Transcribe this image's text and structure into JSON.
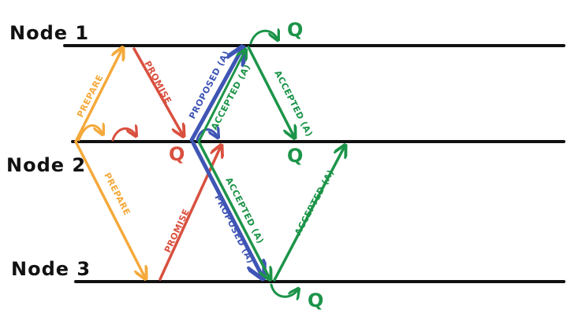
{
  "colors": {
    "timeline": "#111111",
    "prepare": "#f5a93b",
    "promise": "#d9503f",
    "propose": "#3f55b5",
    "accepted": "#1c9449"
  },
  "nodes": [
    {
      "label": "Node 1"
    },
    {
      "label": "Node 2"
    },
    {
      "label": "Node 3"
    }
  ],
  "messages": {
    "prepare_to_n1": "PREPARE",
    "prepare_to_n3": "PREPARE",
    "promise_from_n1": "PROMISE",
    "promise_from_n3": "PROMISE",
    "propose_to_n1": "PROPOSED (A)",
    "propose_to_n3": "PROPOSED (A)",
    "accepted_n1_to_n2": "ACCEPTED (A)",
    "accepted_n2_to_n1": "ACCEPTED (A)",
    "accepted_n2_to_n3": "ACCEPTED (A)",
    "accepted_n3_to_n2": "ACCEPTED (A)"
  },
  "quorum": {
    "n1": "Q",
    "n2_promise": "Q",
    "n2_accepted": "Q",
    "n3": "Q"
  }
}
